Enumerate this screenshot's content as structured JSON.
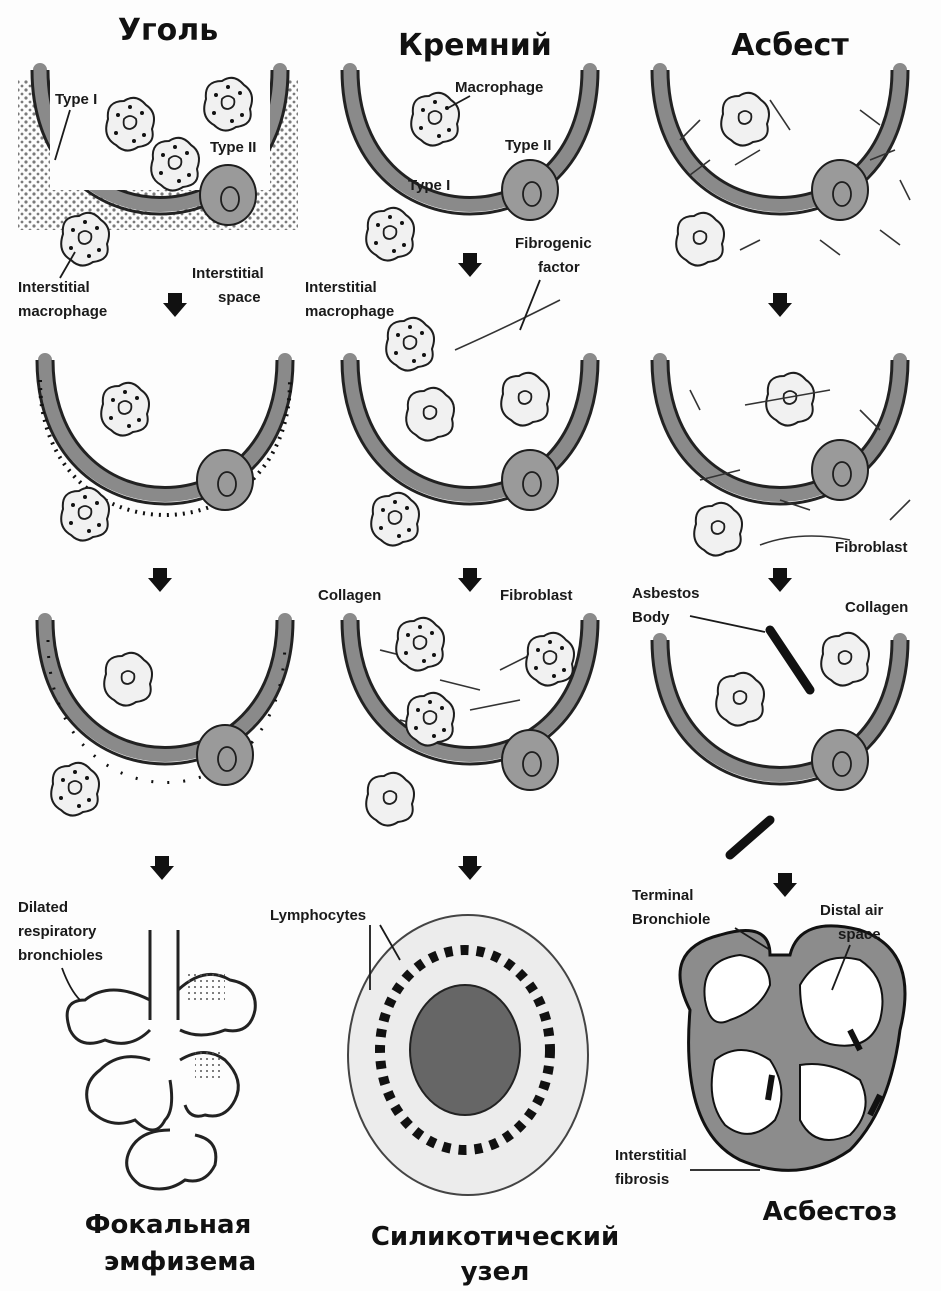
{
  "headers": {
    "coal": "Уголь",
    "silicon": "Кремний",
    "asbestos": "Асбест"
  },
  "labels": {
    "coal_type1": "Type I",
    "coal_type2": "Type II",
    "coal_interstitial_macrophage_1": "Interstitial",
    "coal_interstitial_macrophage_2": "macrophage",
    "coal_interstitial_space_1": "Interstitial",
    "coal_interstitial_space_2": "space",
    "sil_macrophage": "Macrophage",
    "sil_type2": "Type II",
    "sil_type1": "Type I",
    "sil_fibrogenic_1": "Fibrogenic",
    "sil_fibrogenic_2": "factor",
    "sil_interstitial_macrophage_1": "Interstitial",
    "sil_interstitial_macrophage_2": "macrophage",
    "sil_collagen": "Collagen",
    "sil_fibroblast": "Fibroblast",
    "sil_lymphocytes": "Lymphocytes",
    "asb_fibroblast": "Fibroblast",
    "asb_body_1": "Asbestos",
    "asb_body_2": "Body",
    "asb_collagen": "Collagen",
    "asb_terminal_1": "Terminal",
    "asb_terminal_2": "Bronchiole",
    "asb_distal_1": "Distal air",
    "asb_distal_2": "space",
    "asb_interstitial_1": "Interstitial",
    "asb_interstitial_2": "fibrosis",
    "coal_dilated_1": "Dilated",
    "coal_dilated_2": "respiratory",
    "coal_dilated_3": "bronchioles"
  },
  "captions": {
    "coal_1": "Фокальная",
    "coal_2": "эмфизема",
    "silicon_1": "Силикотический",
    "silicon_2": "узел",
    "asbestos": "Асбестоз"
  },
  "colors": {
    "cell_dark": "#9a9a9a",
    "ink": "#1a1a1a"
  }
}
